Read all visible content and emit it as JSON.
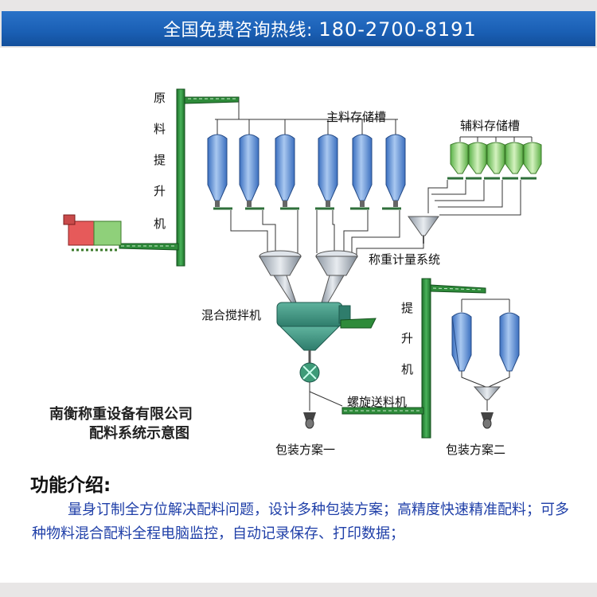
{
  "header": {
    "hotline_label": "全国免费咨询热线:",
    "hotline_number": "180-2700-8191"
  },
  "diagram": {
    "labels": {
      "raw_elevator_chars": [
        "原",
        "料",
        "提",
        "升",
        "机"
      ],
      "main_bins": "主料存储槽",
      "aux_bins": "辅料存储槽",
      "weighing": "称重计量系统",
      "mixer": "混合搅拌机",
      "elevator2_chars": [
        "提",
        "升",
        "机"
      ],
      "screw_conveyor": "螺旋送料机",
      "pack1": "包装方案一",
      "pack2": "包装方案二",
      "company": "南衡称重设备有限公司",
      "subtitle": "配料系统示意图"
    },
    "colors": {
      "elevator": "#2e8b3a",
      "main_bin": "#5b8fd6",
      "aux_bin": "#7fcf6a",
      "hopper": "#c9cfd8",
      "mixer": "#4a9a8a"
    }
  },
  "intro": {
    "title": "功能介绍:",
    "body": "量身订制全方位解决配料问题，设计多种包装方案；高精度快速精准配料；可多种物料混合配料全程电脑监控，自动记录保存、打印数据；"
  }
}
